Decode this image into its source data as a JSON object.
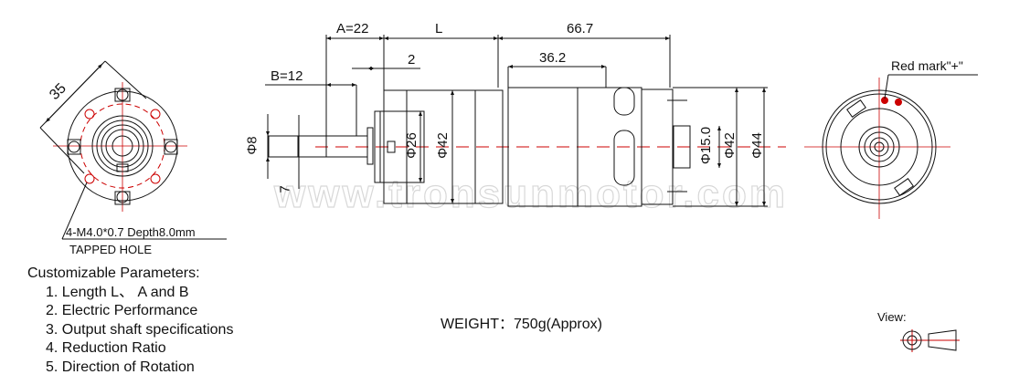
{
  "watermark": "www.tronsunmotor.com",
  "front_view": {
    "bolt_circle_dim": "35",
    "tapped_hole_callout": "4-M4.0*0.7 Depth8.0mm",
    "tapped_hole_label": "TAPPED HOLE"
  },
  "side_view": {
    "dims": {
      "a": "A=22",
      "l": "L",
      "motor_length": "66.7",
      "b": "B=12",
      "flange_thickness": "2",
      "can_length": "36.2",
      "shaft_dia": "Φ8",
      "flat": "7",
      "boss_dia": "Φ26",
      "gearbox_dia": "Φ42",
      "bearing_dia": "Φ15.0",
      "motor_dia": "Φ42",
      "max_dia": "Φ44"
    }
  },
  "rear_view": {
    "red_mark_label": "Red mark\"+\""
  },
  "parameters": {
    "title": "Customizable Parameters:",
    "items": [
      "1. Length  L、 A and B",
      "2. Electric Performance",
      "3. Output shaft specifications",
      "4. Reduction Ratio",
      "5. Direction of Rotation"
    ]
  },
  "weight": "WEIGHT：750g(Approx)",
  "view_legend": {
    "label": "View:"
  },
  "colors": {
    "line": "#111111",
    "centerline": "#c00000",
    "red_mark": "#c00000"
  }
}
